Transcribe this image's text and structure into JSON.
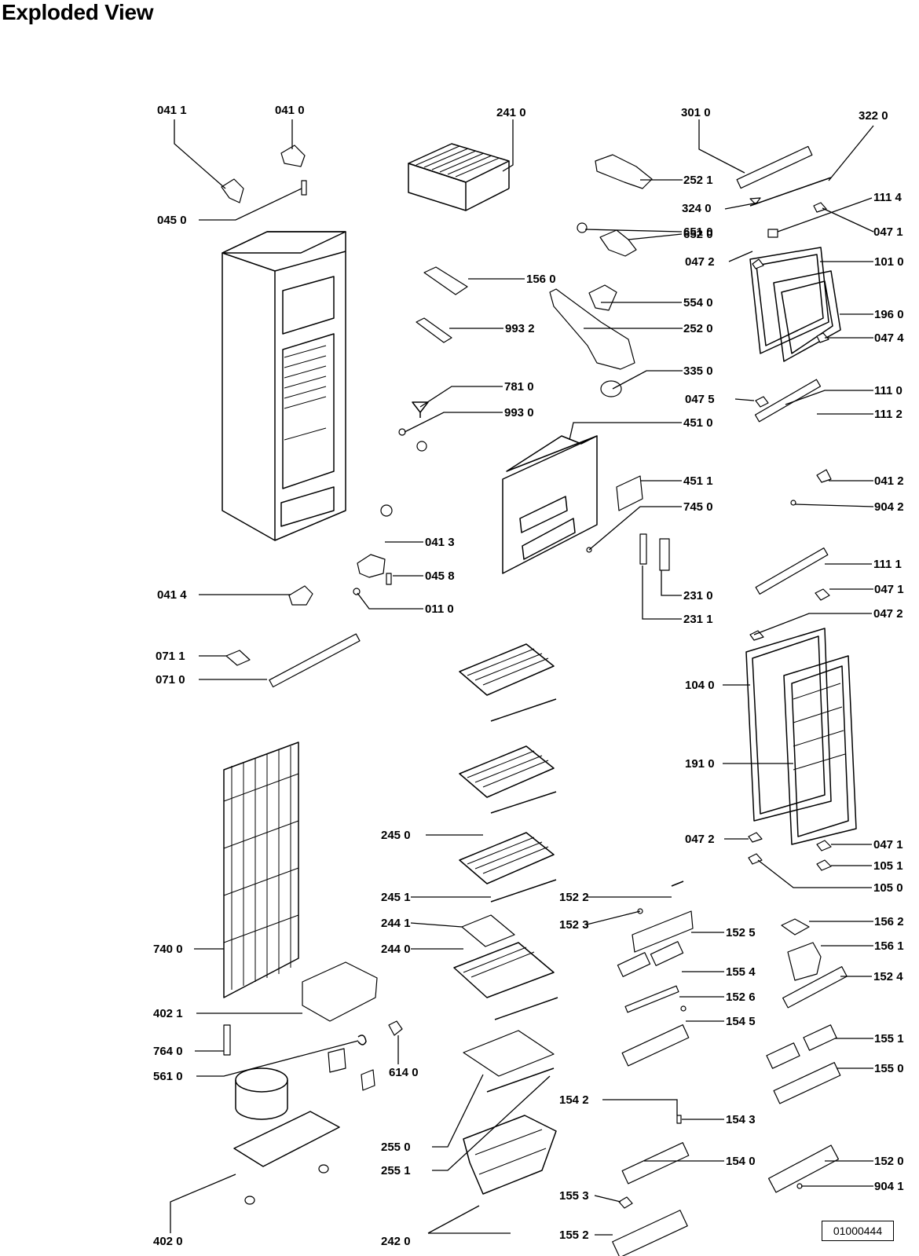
{
  "title": "Exploded View",
  "document_id": "01000444",
  "labels": {
    "l0411": "041 1",
    "l0410": "041 0",
    "l0450": "045 0",
    "l2410": "241 0",
    "l3010": "301 0",
    "l3220": "322 0",
    "l2521": "252 1",
    "l3240": "324 0",
    "l1114": "111 4",
    "l6510": "651 0",
    "l0471a": "047 1",
    "l6520": "652 0",
    "l1010": "101 0",
    "l0472a": "047 2",
    "l1560": "156 0",
    "l5540": "554 0",
    "l1960": "196 0",
    "l9932": "993 2",
    "l2520": "252 0",
    "l0474": "047 4",
    "l3350": "335 0",
    "l7810": "781 0",
    "l0475": "047 5",
    "l1110": "111 0",
    "l9930": "993 0",
    "l1112": "111 2",
    "l4510": "451 0",
    "l4511": "451 1",
    "l0412": "041 2",
    "l7450": "745 0",
    "l9042": "904 2",
    "l0413": "041 3",
    "l0458": "045 8",
    "l1111": "111 1",
    "l0414": "041 4",
    "l0110": "011 0",
    "l2310": "231 0",
    "l0471b": "047 1",
    "l2311": "231 1",
    "l0472b": "047 2",
    "l0711": "071 1",
    "l0710": "071 0",
    "l1040": "104 0",
    "l1910": "191 0",
    "l2450": "245 0",
    "l0472c": "047 2",
    "l0471c": "047 1",
    "l1051": "105 1",
    "l1050": "105 0",
    "l2451": "245 1",
    "l1522": "152 2",
    "l1562": "156 2",
    "l1523": "152 3",
    "l1525": "152 5",
    "l2441": "244 1",
    "l1561": "156 1",
    "l7400": "740 0",
    "l2440": "244 0",
    "l1554": "155 4",
    "l1524": "152 4",
    "l1526": "152 6",
    "l4021": "402 1",
    "l1545": "154 5",
    "l1551": "155 1",
    "l7640": "764 0",
    "l6140": "614 0",
    "l1550": "155 0",
    "l5610": "561 0",
    "l1542": "154 2",
    "l1543": "154 3",
    "l2550": "255 0",
    "l1540": "154 0",
    "l1520": "152 0",
    "l2551": "255 1",
    "l9041": "904 1",
    "l1553": "155 3",
    "l4020": "402 0",
    "l2420": "242 0",
    "l1552": "155 2"
  }
}
